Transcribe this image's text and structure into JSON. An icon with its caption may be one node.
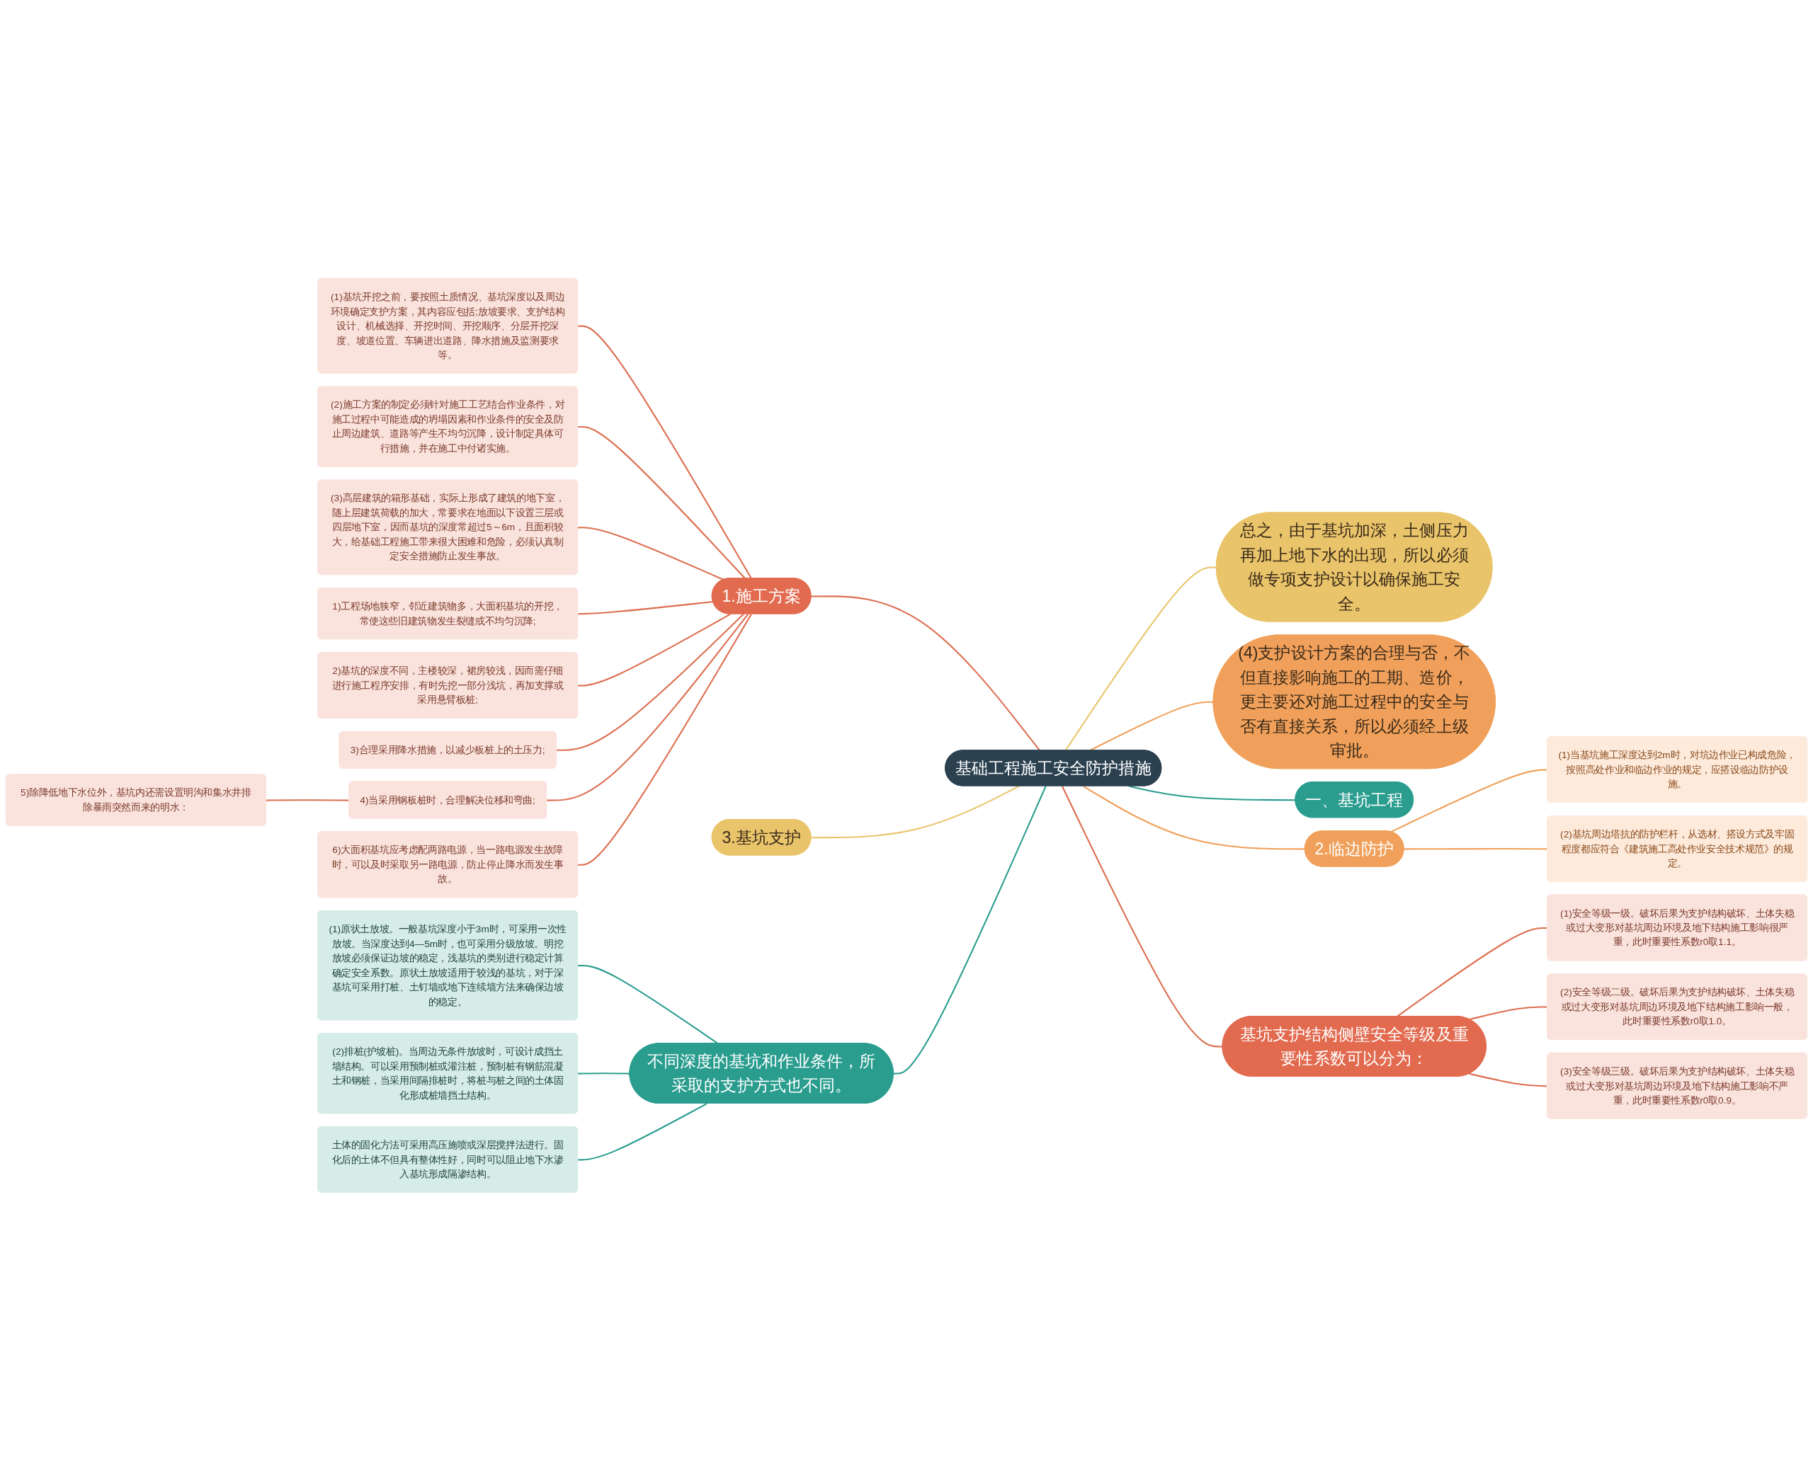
{
  "diagram": {
    "nodes": [
      {
        "text": [
          "基础工程施工安全防护措施"
        ]
      },
      {
        "text": [
          "1.施工方案"
        ]
      },
      {
        "text": [
          "(1)基坑开挖之前，要按照土质情况、基坑深度以及周边环境确定支护方案，其内容应包括;放坡要求、支护结构设计、机械选择、开挖时间、开挖顺序、分层开挖深度、坡道位置、车辆进出道路、降水措施及监测要求等。"
        ]
      },
      {
        "text": [
          "(2)施工方案的制定必须针对施工工艺结合作业条件，对施工过程中可能造成的坍塌因素和作业条件的安全及防止周边建筑、道路等产生不均匀沉降，设计制定具体可行措施，并在施工中付诸实施。"
        ]
      },
      {
        "text": [
          "(3)高层建筑的箱形基础，实际上形成了建筑的地下室，随上层建筑荷载的加大，常要求在地面以下设置三层或四层地下室，因而基坑的深度常超过5～6m，且面积较大，给基础工程施工带来很大困难和危险，必须认真制定安全措施防止发生事故。"
        ]
      },
      {
        "text": [
          "1)工程场地狭窄，邻近建筑物多，大面积基坑的开挖，常使这些旧建筑物发生裂缝或不均匀沉降;"
        ]
      },
      {
        "text": [
          "2)基坑的深度不同，主楼较深，裙房较浅，因而需仔细进行施工程序安排，有时先挖一部分浅坑，再加支撑或采用悬臂板桩;"
        ]
      },
      {
        "text": [
          "3)合理采用降水措施，以减少板桩上的土压力;"
        ]
      },
      {
        "text": [
          "4)当采用钢板桩时，合理解决位移和弯曲;"
        ]
      },
      {
        "text": [
          "5)除降低地下水位外，基坑内还需设置明沟和集水井排除暴雨突然而来的明水："
        ]
      },
      {
        "text": [
          "6)大面积基坑应考虑配两路电源，当一路电源发生故障时，可以及时采取另一路电源，防止停止降水而发生事故。"
        ]
      },
      {
        "text": [
          "(4)支护设计方案的合理与否，不但直接影响施工的工期、造价，更主要还对施工过程中的安全与否有直接关系，所以必须经上级审批。"
        ]
      },
      {
        "text": [
          "3.基坑支护"
        ]
      },
      {
        "text": [
          "不同深度的基坑和作业条件，所采取的支护方式也不同。"
        ]
      },
      {
        "text": [
          "(1)原状土放坡。一般基坑深度小于3m时，可采用一次性放坡。当深度达到4—5m时，也可采用分级放坡。明挖放坡必须保证边坡的稳定，浅基坑的类别进行稳定计算确定安全系数。原状土放坡适用于较浅的基坑，对于深基坑可采用打桩、土钉墙或地下连续墙方法来确保边坡的稳定。"
        ]
      },
      {
        "text": [
          "(2)排桩(护坡桩)。当周边无条件放坡时，可设计成挡土墙结构。可以采用预制桩或灌注桩，预制桩有钢筋混凝土和钢桩，当采用间隔排桩时，将桩与桩之间的土体固化形成桩墙挡土结构。"
        ]
      },
      {
        "text": [
          "土体的固化方法可采用高压施喷或深层搅拌法进行。固化后的土体不但具有整体性好，同时可以阻止地下水渗入基坑形成隔渗结构。"
        ]
      },
      {
        "text": [
          "一、基坑工程"
        ]
      },
      {
        "text": [
          "总之，由于基坑加深，土侧压力再加上地下水的出现，所以必须做专项支护设计以确保施工安全。"
        ]
      },
      {
        "text": [
          "2.临边防护"
        ]
      },
      {
        "text": [
          "(1)当基坑施工深度达到2m时，对坑边作业已构成危险，按照高处作业和临边作业的规定，应搭设临边防护设施。"
        ]
      },
      {
        "text": [
          "(2)基坑周边塔抗的防护栏杆，从选材、搭设方式及牢固程度都应符合《建筑施工高处作业安全技术规范》的规定。"
        ]
      },
      {
        "text": [
          "基坑支护结构侧壁安全等级及重要性系数可以分为："
        ]
      },
      {
        "text": [
          "(1)安全等级一级。破坏后果为支护结构破坏、土体失稳或过大变形对基坑周边环境及地下结构施工影响很严重，此时重要性系数r0取1.1。"
        ]
      },
      {
        "text": [
          "(2)安全等级二级。破坏后果为支护结构破坏、土体失稳或过大变形对基坑周边环境及地下结构施工影响一般，此时重要性系数r0取1.0。"
        ]
      },
      {
        "text": [
          "(3)安全等级三级。破坏后果为支护结构破坏、土体失稳或过大变形对基坑周边环境及地下结构施工影响不严重，此时重要性系数r0取0.9。"
        ]
      }
    ],
    "edges": [
      {
        "from": 0,
        "to": 1,
        "arrow": "none"
      },
      {
        "from": 1,
        "to": 2,
        "arrow": "none"
      },
      {
        "from": 1,
        "to": 3,
        "arrow": "none"
      },
      {
        "from": 1,
        "to": 4,
        "arrow": "none"
      },
      {
        "from": 1,
        "to": 5,
        "arrow": "none"
      },
      {
        "from": 1,
        "to": 6,
        "arrow": "none"
      },
      {
        "from": 1,
        "to": 7,
        "arrow": "none"
      },
      {
        "from": 1,
        "to": 8,
        "arrow": "none"
      },
      {
        "from": 8,
        "to": 9,
        "arrow": "none"
      },
      {
        "from": 1,
        "to": 10,
        "arrow": "none"
      },
      {
        "from": 0,
        "to": 11,
        "arrow": "none",
        "color": "#f0a05a"
      },
      {
        "from": 0,
        "to": 12,
        "arrow": "none",
        "color": "#e9c46a"
      },
      {
        "from": 0,
        "to": 13,
        "arrow": "none",
        "color": "#2a9d8f"
      },
      {
        "from": 13,
        "to": 14,
        "arrow": "none",
        "color": "#2a9d8f"
      },
      {
        "from": 13,
        "to": 15,
        "arrow": "none",
        "color": "#2a9d8f"
      },
      {
        "from": 13,
        "to": 16,
        "arrow": "none",
        "color": "#2a9d8f"
      },
      {
        "from": 0,
        "to": 17,
        "arrow": "none",
        "color": "#2a9d8f"
      },
      {
        "from": 0,
        "to": 18,
        "arrow": "none",
        "color": "#e9c46a"
      },
      {
        "from": 0,
        "to": 19,
        "arrow": "none",
        "color": "#f0a05a"
      },
      {
        "from": 19,
        "to": 20,
        "arrow": "none",
        "color": "#f0a05a"
      },
      {
        "from": 19,
        "to": 21,
        "arrow": "none",
        "color": "#f0a05a"
      },
      {
        "from": 0,
        "to": 22,
        "arrow": "none"
      },
      {
        "from": 22,
        "to": 23,
        "arrow": "none"
      },
      {
        "from": 22,
        "to": 24,
        "arrow": "none"
      },
      {
        "from": 22,
        "to": 25,
        "arrow": "none"
      }
    ]
  }
}
